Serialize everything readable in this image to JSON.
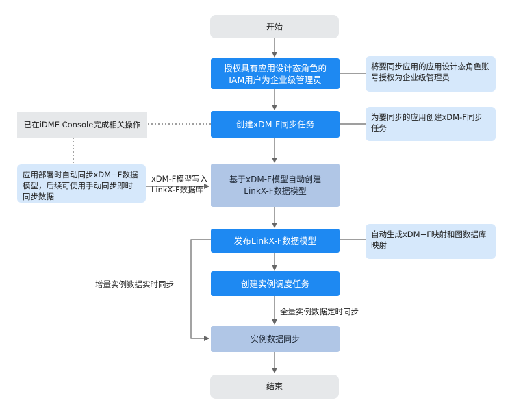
{
  "nodes": {
    "start": "开始",
    "authorize": "授权具有应用设计态角色的\nIAM用户为企业级管理员",
    "create_sync": "创建xDM-F同步任务",
    "auto_model": "基于xDM-F模型自动创建\nLinkX-F数据模型",
    "publish": "发布LinkX-F数据模型",
    "schedule": "创建实例调度任务",
    "instance_sync": "实例数据同步",
    "end": "结束"
  },
  "notes": {
    "authorize": "将要同步应用的应用设计态角色账号授权为企业级管理员",
    "create_sync": "为要同步的应用创建xDM-F同步任务",
    "publish": "自动生成xDM−F映射和图数据库映射",
    "done_console": "已在iDME Console完成相关操作",
    "auto_deploy": "应用部署时自动同步xDM−F数据模型，后续可使用手动同步即时同步数据"
  },
  "edge_labels": {
    "write_db": "xDM-F模型写入\nLinkX-F数据库",
    "incremental": "增量实例数据实时同步",
    "full": "全量实例数据定时同步"
  },
  "colors": {
    "terminal": "#e6e8ea",
    "process": "#1e89f2",
    "auto_process": "#b0c6e6",
    "note": "#d6e8fb",
    "line": "#666666"
  }
}
